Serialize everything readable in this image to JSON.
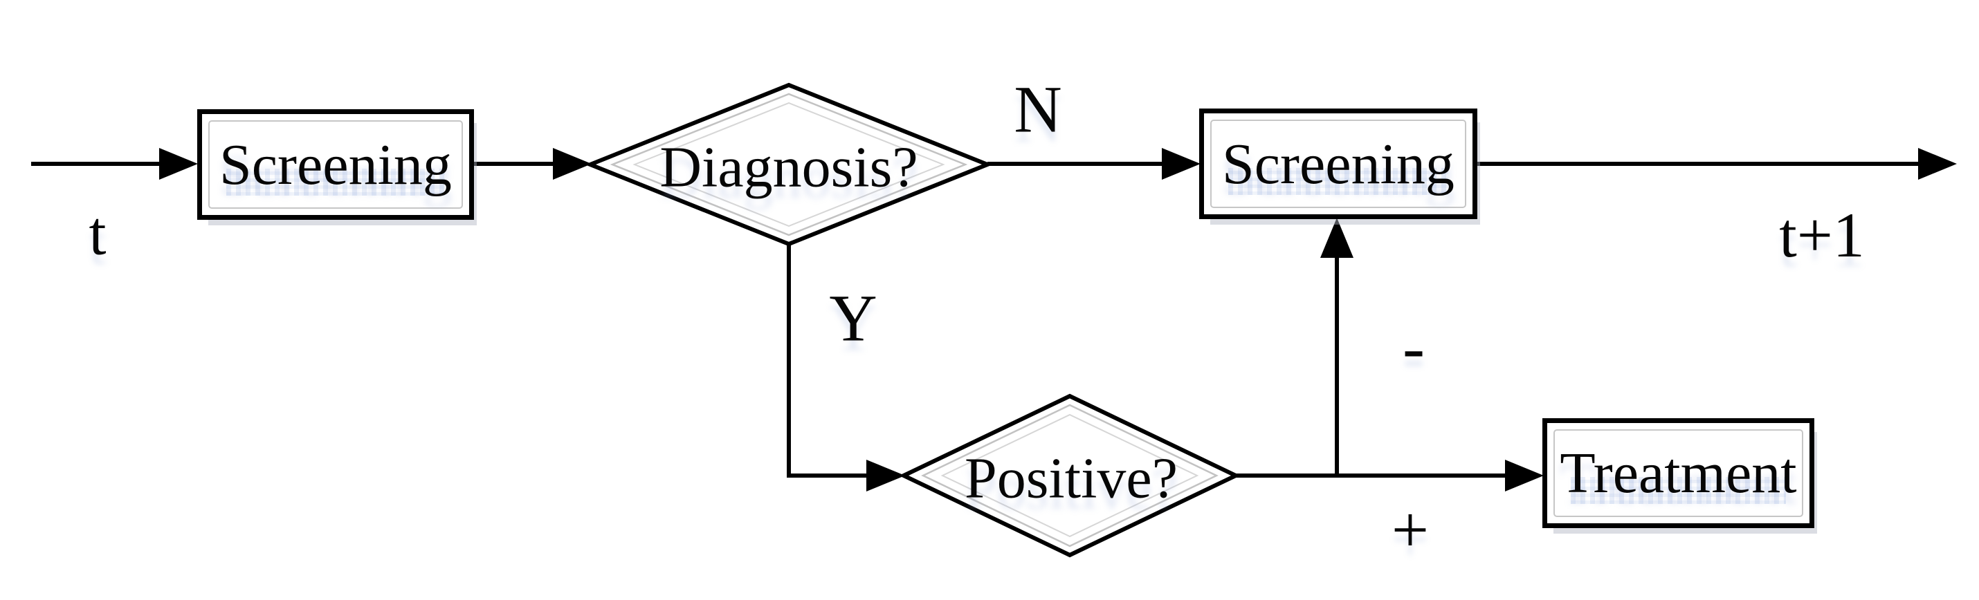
{
  "diagram": {
    "type": "flowchart",
    "colors": {
      "background": "#ffffff",
      "stroke": "#000000",
      "node_fill": "#ffffff",
      "echo_outline": "#c6c6c6",
      "speckle": "#dbe4f4"
    },
    "nodes": {
      "screening_t": {
        "label": "Screening",
        "shape": "rectangle"
      },
      "diagnosis": {
        "label": "Diagnosis?",
        "shape": "diamond"
      },
      "screening_t1": {
        "label": "Screening",
        "shape": "rectangle"
      },
      "positive": {
        "label": "Positive?",
        "shape": "diamond"
      },
      "treatment": {
        "label": "Treatment",
        "shape": "rectangle"
      }
    },
    "edges": [
      {
        "from": "start",
        "to": "screening_t",
        "label": "t"
      },
      {
        "from": "screening_t",
        "to": "diagnosis",
        "label": ""
      },
      {
        "from": "diagnosis",
        "to": "screening_t1",
        "label": "N"
      },
      {
        "from": "screening_t1",
        "to": "end",
        "label": "t+1"
      },
      {
        "from": "diagnosis",
        "to": "positive",
        "label": "Y"
      },
      {
        "from": "positive",
        "to": "screening_t1",
        "label": "-"
      },
      {
        "from": "positive",
        "to": "treatment",
        "label": "+"
      }
    ]
  }
}
